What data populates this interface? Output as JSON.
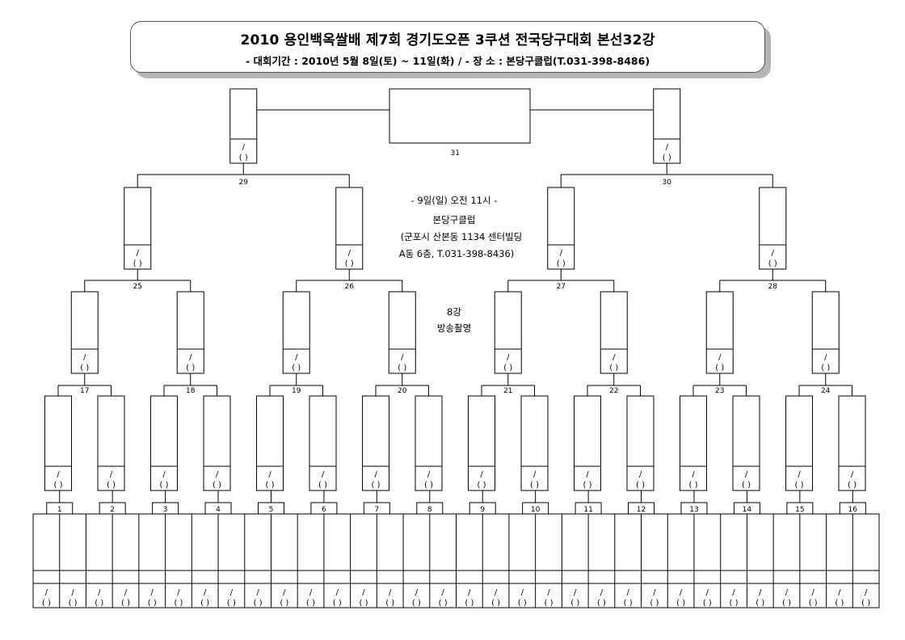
{
  "header": {
    "title": "2010 용인백옥쌀배 제7회 경기도오픈 3쿠션 전국당구대회 본선32강",
    "subtitle": "- 대회기간 : 2010년 5월 8일(토) ~ 11일(화)   /   - 장 소 : 본당구클럽(T.031-398-8486)"
  },
  "slot_text": {
    "slash": "/",
    "parens": "( )"
  },
  "venue_info": {
    "line1": "- 9일(일) 오전 11시 -",
    "line2": "본당구클럽",
    "line3": "(군포시 산본동 1134 센터빌딩",
    "line4": "A동 6층, T.031-398-8436)"
  },
  "broadcast_note": {
    "line1": "8강",
    "line2": "방송촬영"
  },
  "bracket": {
    "round32_match_numbers": [
      "1",
      "2",
      "3",
      "4",
      "5",
      "6",
      "7",
      "8",
      "9",
      "10",
      "11",
      "12",
      "13",
      "14",
      "15",
      "16"
    ],
    "round16_match_numbers": [
      "17",
      "18",
      "19",
      "20",
      "21",
      "22",
      "23",
      "24"
    ],
    "quarterfinal_match_numbers": [
      "25",
      "26",
      "27",
      "28"
    ],
    "semifinal_match_numbers": [
      "29",
      "30"
    ],
    "final_match_number": "31"
  }
}
